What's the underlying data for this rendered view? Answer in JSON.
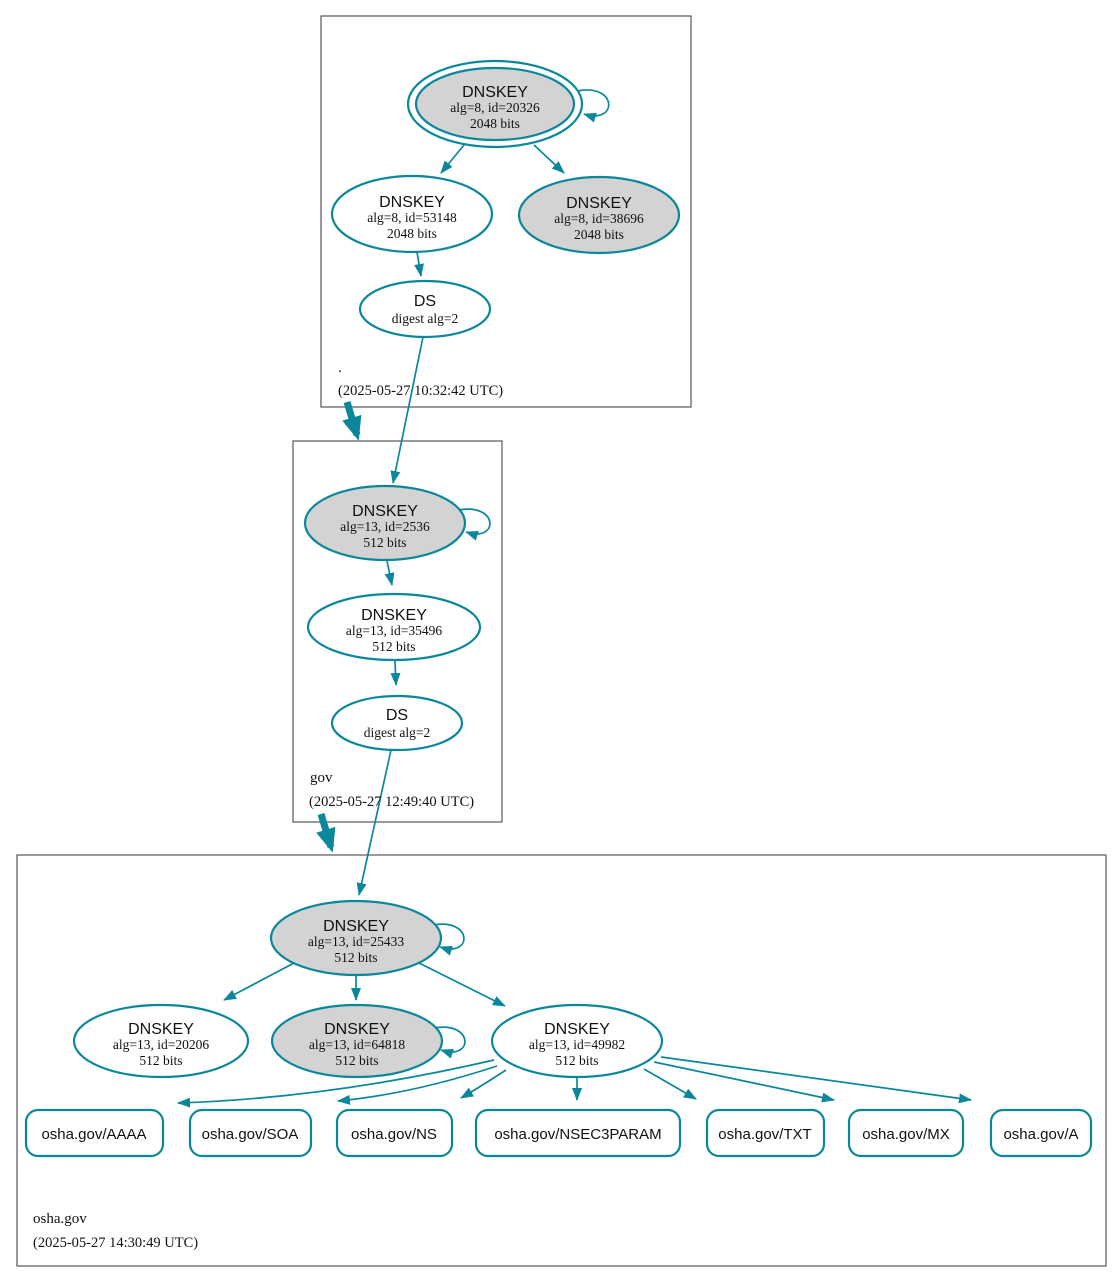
{
  "colors": {
    "edge_teal": "#0a879a",
    "node_fill": "#d3d3d3",
    "zone_border": "#565656"
  },
  "zones": [
    {
      "label": ".",
      "timestamp": "(2025-05-27 10:32:42 UTC)",
      "nodes": {
        "ksk": {
          "title": "DNSKEY",
          "detail1": "alg=8, id=20326",
          "detail2": "2048 bits"
        },
        "zsk": {
          "title": "DNSKEY",
          "detail1": "alg=8, id=53148",
          "detail2": "2048 bits"
        },
        "key38696": {
          "title": "DNSKEY",
          "detail1": "alg=8, id=38696",
          "detail2": "2048 bits"
        },
        "ds": {
          "title": "DS",
          "detail1": "digest alg=2"
        }
      }
    },
    {
      "label": "gov",
      "timestamp": "(2025-05-27 12:49:40 UTC)",
      "nodes": {
        "ksk": {
          "title": "DNSKEY",
          "detail1": "alg=13, id=2536",
          "detail2": "512 bits"
        },
        "zsk": {
          "title": "DNSKEY",
          "detail1": "alg=13, id=35496",
          "detail2": "512 bits"
        },
        "ds": {
          "title": "DS",
          "detail1": "digest alg=2"
        }
      }
    },
    {
      "label": "osha.gov",
      "timestamp": "(2025-05-27 14:30:49 UTC)",
      "nodes": {
        "ksk": {
          "title": "DNSKEY",
          "detail1": "alg=13, id=25433",
          "detail2": "512 bits"
        },
        "key20206": {
          "title": "DNSKEY",
          "detail1": "alg=13, id=20206",
          "detail2": "512 bits"
        },
        "key64818": {
          "title": "DNSKEY",
          "detail1": "alg=13, id=64818",
          "detail2": "512 bits"
        },
        "key49982": {
          "title": "DNSKEY",
          "detail1": "alg=13, id=49982",
          "detail2": "512 bits"
        }
      },
      "rrsets": [
        {
          "label": "osha.gov/AAAA"
        },
        {
          "label": "osha.gov/SOA"
        },
        {
          "label": "osha.gov/NS"
        },
        {
          "label": "osha.gov/NSEC3PARAM"
        },
        {
          "label": "osha.gov/TXT"
        },
        {
          "label": "osha.gov/MX"
        },
        {
          "label": "osha.gov/A"
        }
      ]
    }
  ]
}
